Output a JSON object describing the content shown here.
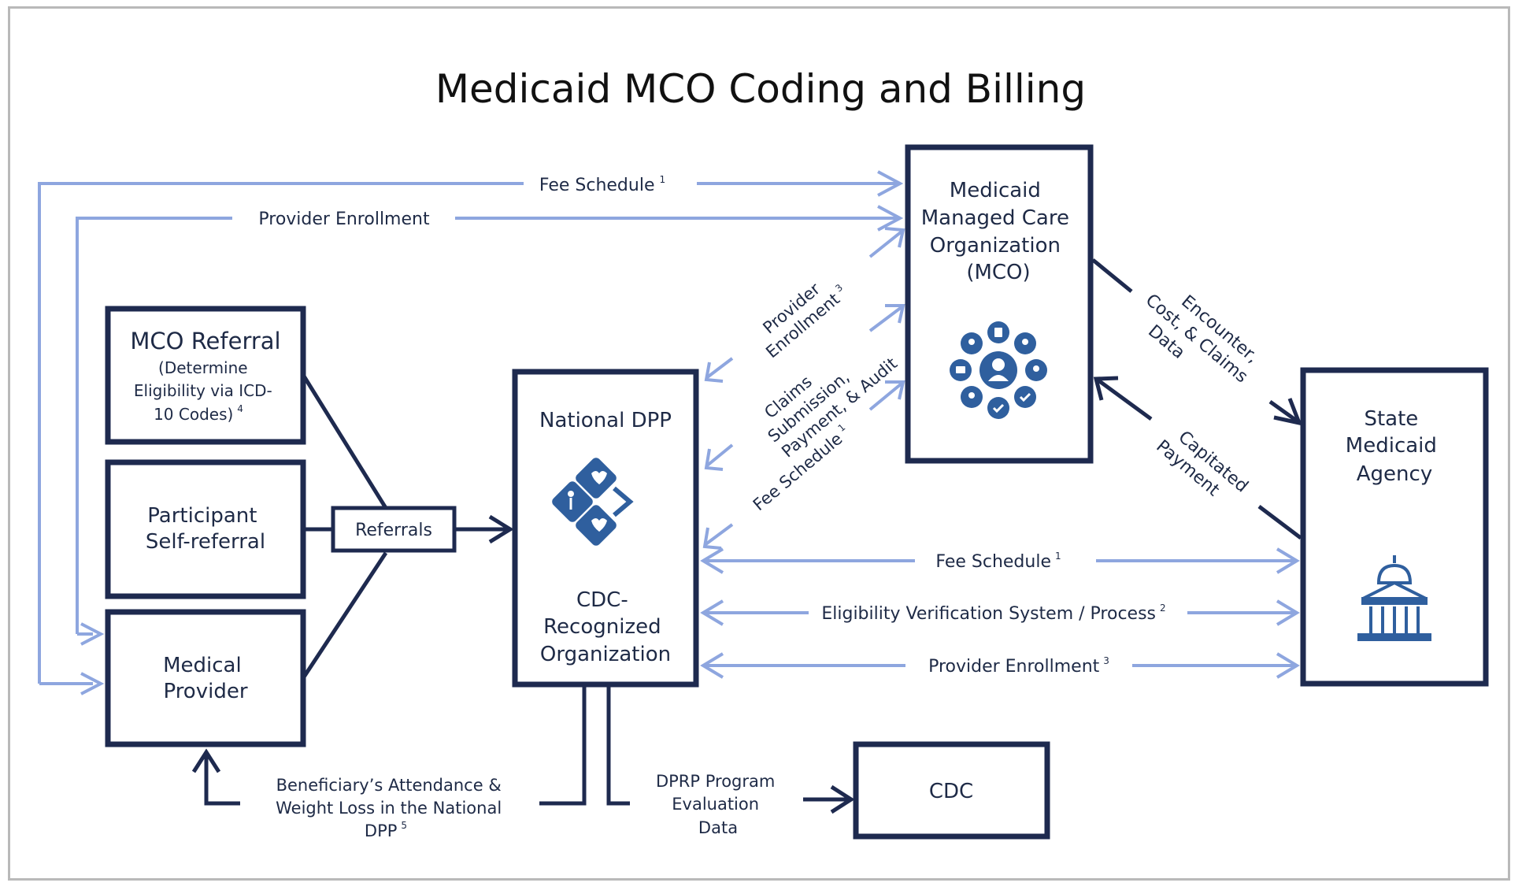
{
  "title": "Medicaid MCO Coding and Billing",
  "nodes": {
    "mco": [
      "Medicaid",
      "Managed Care",
      "Organization",
      "(MCO)"
    ],
    "state": [
      "State",
      "Medicaid",
      "Agency"
    ],
    "mco_referral": {
      "heading": "MCO Referral",
      "detail": [
        "(Determine",
        "Eligibility via ICD-",
        "10 Codes)"
      ],
      "superscript": "4"
    },
    "self_referral": [
      "Participant",
      "Self-referral"
    ],
    "medical_provider": [
      "Medical",
      "Provider"
    ],
    "referrals": "Referrals",
    "national_dpp": {
      "heading": "National DPP",
      "footer": [
        "CDC-",
        "Recognized",
        "Organization"
      ]
    },
    "cdc": "CDC"
  },
  "edges": {
    "fee_schedule_top": {
      "text": "Fee Schedule",
      "sup": "1"
    },
    "provider_enrollment_top": {
      "text": "Provider Enrollment"
    },
    "diag_provider_enrollment": {
      "lines": [
        "Provider",
        "Enrollment"
      ],
      "sup": "3"
    },
    "diag_claims": [
      "Claims",
      "Submission,",
      "Payment, & Audit"
    ],
    "diag_fee_schedule": {
      "text": "Fee Schedule",
      "sup": "1"
    },
    "encounter": [
      "Encounter,",
      "Cost, & Claims",
      "Data"
    ],
    "capitated": [
      "Capitated",
      "Payment"
    ],
    "fee_schedule_mid": {
      "text": "Fee Schedule",
      "sup": "1"
    },
    "eligibility": {
      "text": "Eligibility Verification System / Process",
      "sup": "2"
    },
    "provider_enrollment_mid": {
      "text": "Provider Enrollment",
      "sup": "3"
    },
    "attendance": {
      "lines": [
        "Beneficiary’s Attendance &",
        "Weight Loss in the National",
        "DPP"
      ],
      "sup": "5"
    },
    "dprp": [
      "DPRP Program",
      "Evaluation",
      "Data"
    ]
  },
  "colors": {
    "dark": "#1e2a4f",
    "pale_arrow": "#8ea6df",
    "icon_blue": "#2f5f9e",
    "frame": "#b9b9b9"
  }
}
